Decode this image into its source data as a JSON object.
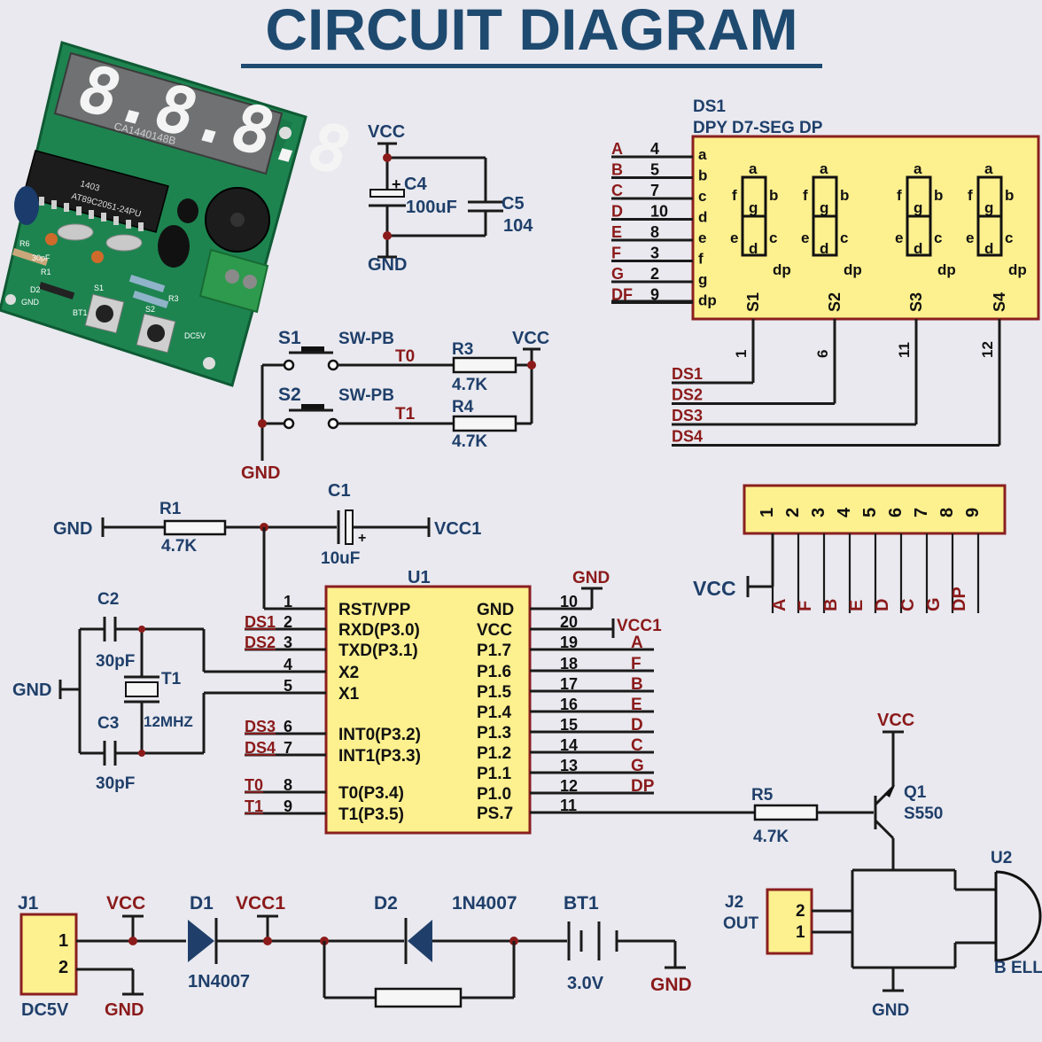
{
  "title": "CIRCUIT DIAGRAM",
  "power": {
    "vcc": "VCC",
    "vcc1": "VCC1",
    "gnd": "GND"
  },
  "caps": {
    "c4": {
      "ref": "C4",
      "value": "100uF"
    },
    "c5": {
      "ref": "C5",
      "value": "104"
    },
    "c1": {
      "ref": "C1",
      "value": "10uF"
    },
    "c2": {
      "ref": "C2",
      "value": "30pF"
    },
    "c3": {
      "ref": "C3",
      "value": "30pF"
    },
    "plus": "+"
  },
  "resistors": {
    "r1": {
      "ref": "R1",
      "value": "4.7K"
    },
    "r3": {
      "ref": "R3",
      "value": "4.7K"
    },
    "r4": {
      "ref": "R4",
      "value": "4.7K"
    },
    "r5": {
      "ref": "R5",
      "value": "4.7K"
    }
  },
  "switches": {
    "s1": {
      "ref": "S1",
      "type": "SW-PB",
      "net": "T0"
    },
    "s2": {
      "ref": "S2",
      "type": "SW-PB",
      "net": "T1"
    }
  },
  "crystal": {
    "ref": "T1",
    "value": "12MHZ"
  },
  "display": {
    "ref": "DS1",
    "type": "DPY D7-SEG DP",
    "pin_nets": [
      "A",
      "B",
      "C",
      "D",
      "E",
      "F",
      "G",
      "DF"
    ],
    "pin_nums": [
      "4",
      "5",
      "7",
      "10",
      "8",
      "3",
      "2",
      "9"
    ],
    "pin_names": [
      "a",
      "b",
      "c",
      "d",
      "e",
      "f",
      "g",
      "dp"
    ],
    "digit_pins": [
      "S1",
      "S2",
      "S3",
      "S4"
    ],
    "digit_pin_nums": [
      "1",
      "6",
      "11",
      "12"
    ],
    "digit_nets": [
      "DS1",
      "DS2",
      "DS3",
      "DS4"
    ],
    "seg": {
      "a": "a",
      "b": "b",
      "c": "c",
      "d": "d",
      "e": "e",
      "f": "f",
      "g": "g",
      "dp": "dp"
    }
  },
  "header": {
    "pins": [
      "1",
      "2",
      "3",
      "4",
      "5",
      "6",
      "7",
      "8",
      "9"
    ],
    "nets": [
      "A",
      "F",
      "B",
      "E",
      "D",
      "C",
      "G",
      "DP"
    ],
    "vcc": "VCC"
  },
  "mcu": {
    "ref": "U1",
    "left_pins": [
      {
        "num": "1",
        "name": "RST/VPP",
        "net": ""
      },
      {
        "num": "2",
        "name": "RXD(P3.0)",
        "net": "DS1"
      },
      {
        "num": "3",
        "name": "TXD(P3.1)",
        "net": "DS2"
      },
      {
        "num": "4",
        "name": "X2",
        "net": ""
      },
      {
        "num": "5",
        "name": "X1",
        "net": ""
      },
      {
        "num": "6",
        "name": "INT0(P3.2)",
        "net": "DS3"
      },
      {
        "num": "7",
        "name": "INT1(P3.3)",
        "net": "DS4"
      },
      {
        "num": "8",
        "name": "T0(P3.4)",
        "net": "T0"
      },
      {
        "num": "9",
        "name": "T1(P3.5)",
        "net": "T1"
      }
    ],
    "right_pins": [
      {
        "num": "10",
        "name": "GND",
        "net": ""
      },
      {
        "num": "20",
        "name": "VCC",
        "net": ""
      },
      {
        "num": "19",
        "name": "P1.7",
        "net": "A"
      },
      {
        "num": "18",
        "name": "P1.6",
        "net": "F"
      },
      {
        "num": "17",
        "name": "P1.5",
        "net": "B"
      },
      {
        "num": "16",
        "name": "P1.4",
        "net": "E"
      },
      {
        "num": "15",
        "name": "P1.3",
        "net": "D"
      },
      {
        "num": "14",
        "name": "P1.2",
        "net": "C"
      },
      {
        "num": "13",
        "name": "P1.1",
        "net": "G"
      },
      {
        "num": "12",
        "name": "P1.0",
        "net": "DP"
      },
      {
        "num": "11",
        "name": "PS.7",
        "net": ""
      }
    ]
  },
  "transistor": {
    "ref": "Q1",
    "type": "S550"
  },
  "buzzer": {
    "ref": "U2",
    "label": "B ELL"
  },
  "j2": {
    "ref": "J2",
    "label": "OUT",
    "pins": [
      "2",
      "1"
    ]
  },
  "power_section": {
    "j1": {
      "ref": "J1",
      "label": "DC5V",
      "pins": [
        "1",
        "2"
      ]
    },
    "d1": {
      "ref": "D1",
      "value": "1N4007"
    },
    "d2": {
      "ref": "D2",
      "value": "1N4007"
    },
    "bt1": {
      "ref": "BT1",
      "value": "3.0V"
    }
  },
  "photo": {
    "display_digits": "8.8.8.8",
    "chip_text": [
      "1403",
      "AT89C2051-24PU"
    ],
    "module_text": "CA1440148B",
    "board_labels": [
      "R6",
      "30pF",
      "R1",
      "D2",
      "DC5V",
      "GND",
      "BT1",
      "S1",
      "S2",
      "R3"
    ]
  },
  "colors": {
    "title": "#1f4a70",
    "label_blue": "#1f3f6a",
    "net_red": "#8b1a1a",
    "component_fill": "#fdf08e",
    "pcb_green": "#1f8a55",
    "background": "#e9e9ef"
  }
}
